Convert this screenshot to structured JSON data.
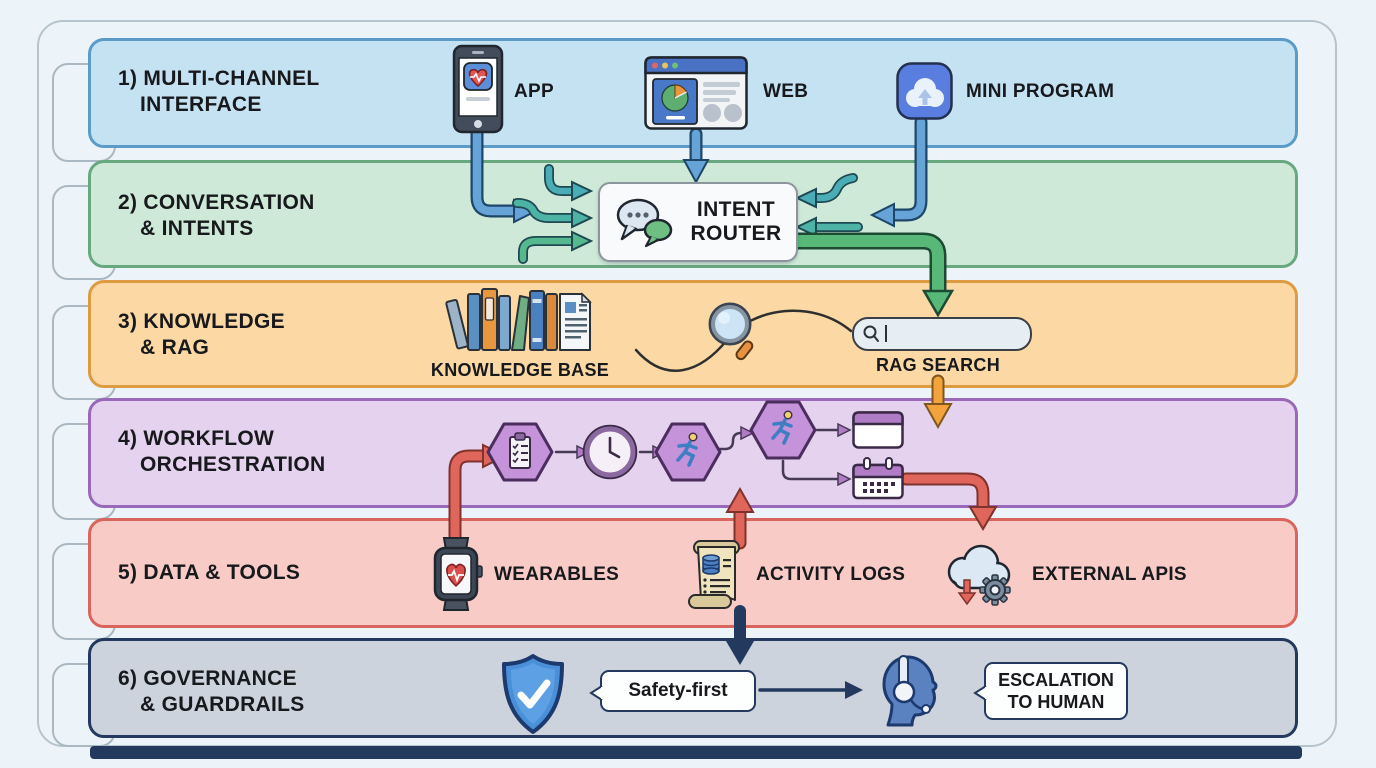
{
  "diagram": {
    "background": "#edf4f9",
    "frame_color": "#b6c4ce",
    "bottom_bar_color": "#23395e"
  },
  "bands": [
    {
      "id": "multi-channel-interface",
      "title_line1": "1) MULTI-CHANNEL",
      "title_line2": "INTERFACE",
      "fill": "#c5e2f3",
      "border": "#5a9bc8",
      "items": [
        {
          "icon": "smartphone-app-icon",
          "label": "APP"
        },
        {
          "icon": "web-browser-icon",
          "label": "WEB"
        },
        {
          "icon": "mini-program-cloud-icon",
          "label": "MINI PROGRAM"
        }
      ]
    },
    {
      "id": "conversation-intents",
      "title_line1": "2) CONVERSATION",
      "title_line2": "& INTENTS",
      "fill": "#cfe9d8",
      "border": "#68a87e",
      "router": {
        "icon": "chat-bubbles-icon",
        "line1": "INTENT",
        "line2": "ROUTER"
      }
    },
    {
      "id": "knowledge-rag",
      "title_line1": "3) KNOWLEDGE",
      "title_line2": "& RAG",
      "fill": "#fcd8a4",
      "border": "#de9c42",
      "knowledge_base_label": "KNOWLEDGE BASE",
      "rag_search_label": "RAG SEARCH"
    },
    {
      "id": "workflow-orchestration",
      "title_line1": "4) WORKFLOW",
      "title_line2": "ORCHESTRATION",
      "fill": "#e5d2ef",
      "border": "#9a68b8",
      "step_icons": [
        "checklist-hexagon-icon",
        "clock-icon",
        "runner-hexagon-icon",
        "runner-hexagon-icon",
        "card-icon",
        "calendar-icon"
      ]
    },
    {
      "id": "data-tools",
      "title_line1": "5) DATA & TOOLS",
      "title_line2": "",
      "fill": "#f9cbc6",
      "border": "#d9655c",
      "items": [
        {
          "icon": "smartwatch-icon",
          "label": "WEARABLES"
        },
        {
          "icon": "activity-scroll-icon",
          "label": "ACTIVITY LOGS"
        },
        {
          "icon": "cloud-gear-icon",
          "label": "EXTERNAL APIS"
        }
      ]
    },
    {
      "id": "governance-guardrails",
      "title_line1": "6) GOVERNANCE",
      "title_line2": "& GUARDRAILS",
      "fill": "#cdd3dd",
      "border": "#23395e",
      "safety_label": "Safety-first",
      "escalation_line1": "ESCALATION",
      "escalation_line2": "TO HUMAN"
    }
  ],
  "colors": {
    "blue_arrow": "#66a3d6",
    "teal_arrow": "#4aacb4",
    "teal2_arrow": "#4db3a4",
    "green_soft": "#55b88e",
    "green_arrow": "#57b878",
    "orange_arrow": "#f2a33c",
    "red_arrow": "#e0655a",
    "navy": "#23395e"
  }
}
